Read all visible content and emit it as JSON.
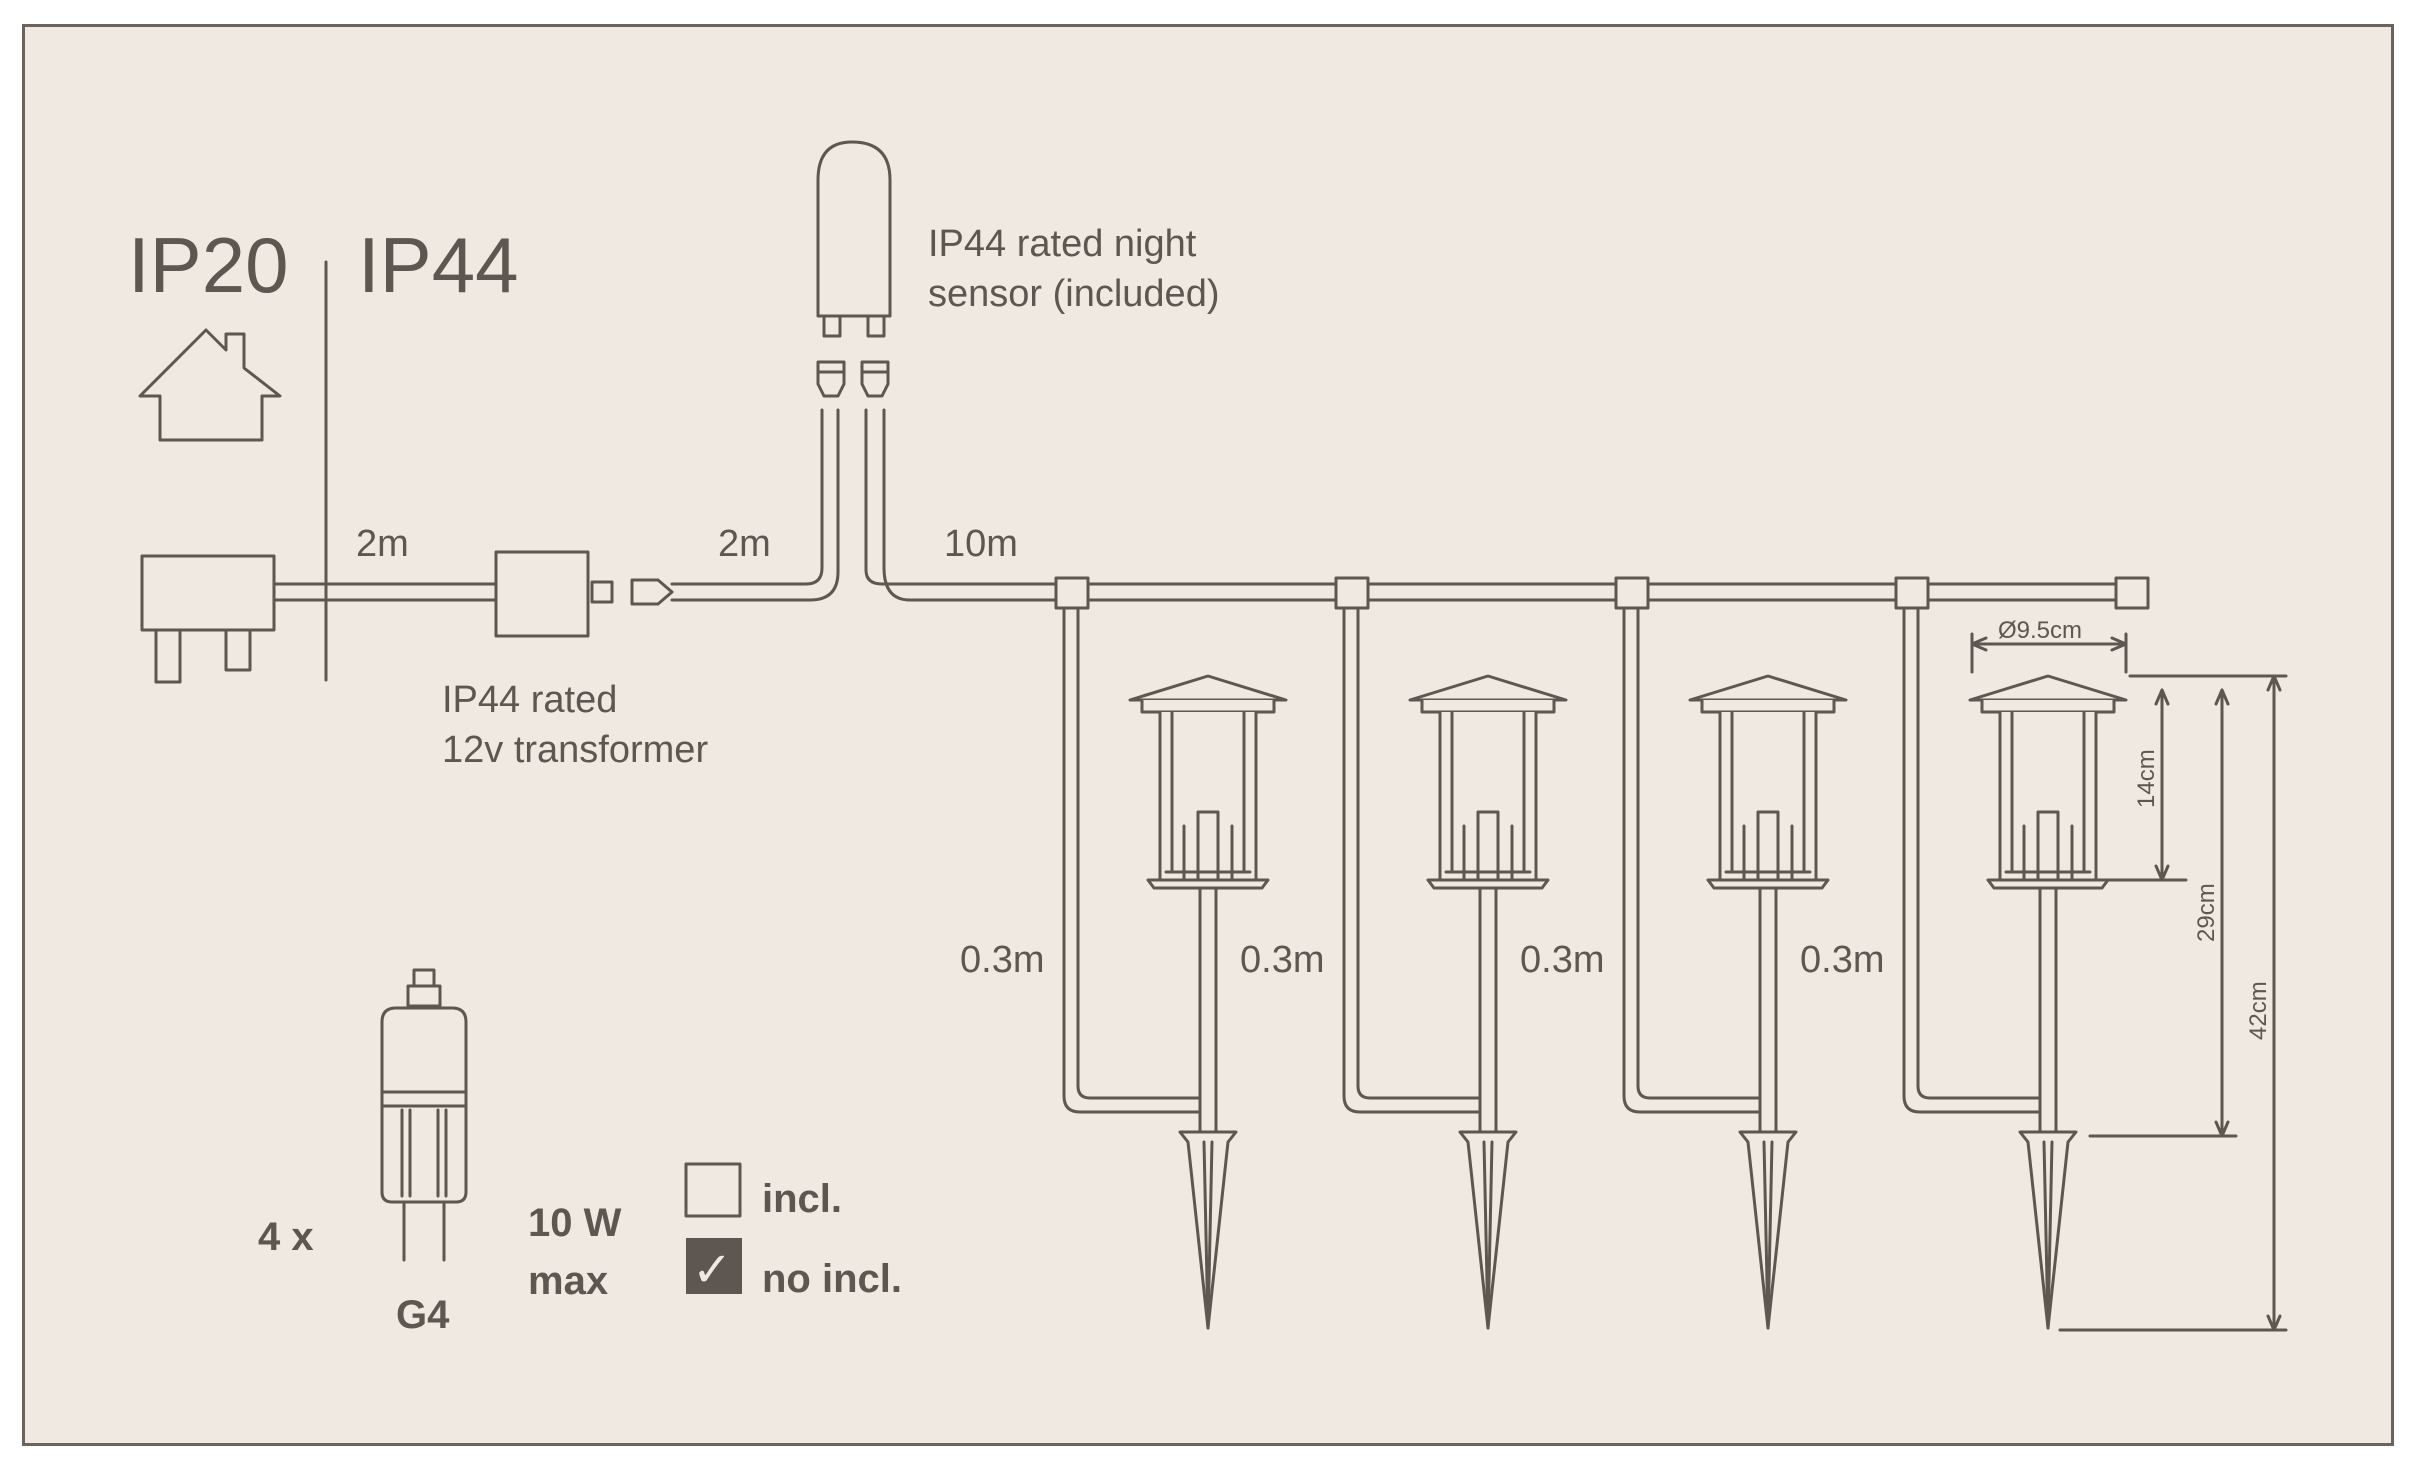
{
  "ratings": {
    "indoor": "IP20",
    "outdoor": "IP44"
  },
  "icons": {
    "house": "house-icon",
    "plug": "plug-icon",
    "transformer": "transformer-icon",
    "sensor": "night-sensor-icon",
    "bulb": "bulb-icon",
    "lamp": "garden-lamp-icon"
  },
  "cables": {
    "plug_to_transformer": "2m",
    "transformer_to_sensor": "2m",
    "sensor_to_lights": "10m",
    "branch": "0.3m"
  },
  "sensor": {
    "line1": "IP44 rated night",
    "line2": "sensor (included)"
  },
  "transformer": {
    "line1": "IP44 rated",
    "line2": "12v transformer"
  },
  "dimensions": {
    "diameter": "Ø9.5cm",
    "head_height": "14cm",
    "body_height": "29cm",
    "total_height": "42cm"
  },
  "bulb": {
    "quantity": "4 x",
    "type": "G4",
    "wattage_line1": "10 W",
    "wattage_line2": "max"
  },
  "legend": {
    "included": "incl.",
    "not_included": "no incl.",
    "checkmark": "✓"
  },
  "colors": {
    "background": "#efe9e2",
    "line": "#5e5650",
    "border": "#6b635c"
  }
}
